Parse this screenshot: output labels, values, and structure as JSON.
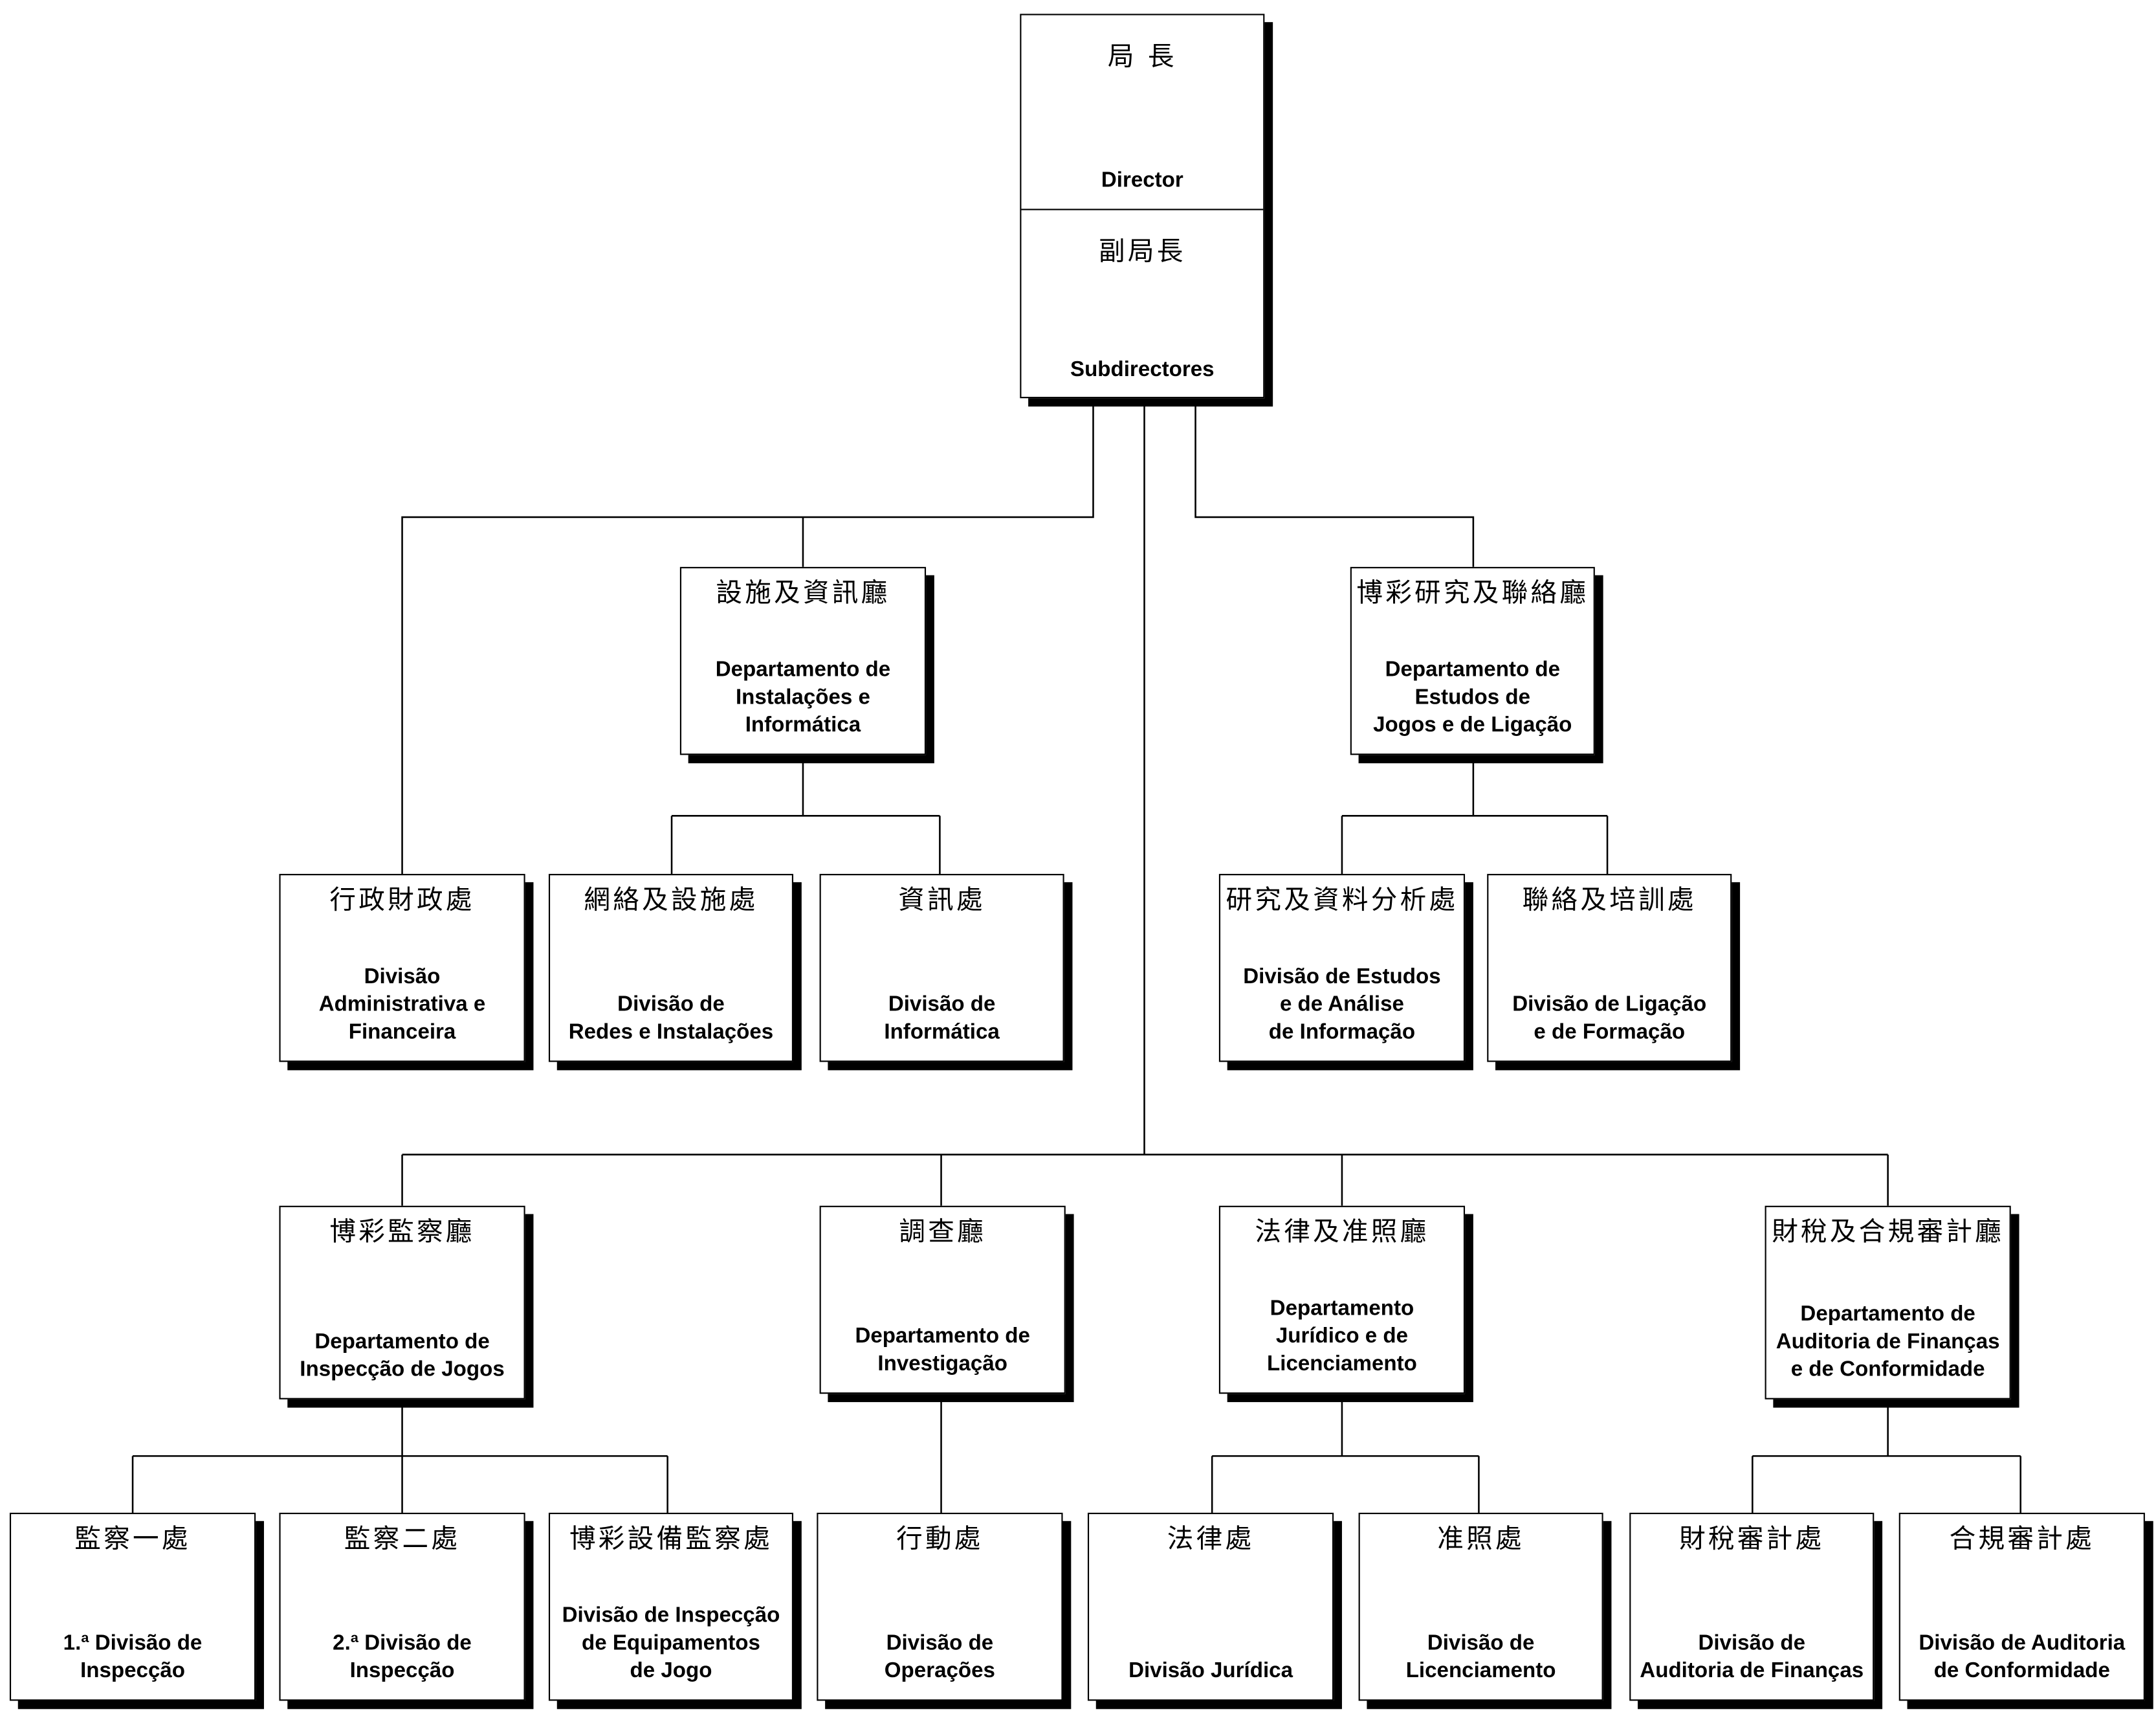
{
  "director": {
    "cn": "局 長",
    "pt": "Director",
    "deputy_cn": "副局長",
    "deputy_pt": "Subdirectores"
  },
  "units": {
    "dept_infra": {
      "cn": "設施及資訊廳",
      "pt": "Departamento de\nInstalações e\nInformática"
    },
    "dept_research": {
      "cn": "博彩研究及聯絡廳",
      "pt": "Departamento de\nEstudos de\nJogos e de Ligação"
    },
    "div_admin": {
      "cn": "行政財政處",
      "pt": "Divisão\nAdministrativa e\nFinanceira"
    },
    "div_networks": {
      "cn": "網絡及設施處",
      "pt": "Divisão de\nRedes e Instalações"
    },
    "div_it": {
      "cn": "資訊處",
      "pt": "Divisão de\nInformática"
    },
    "div_studies": {
      "cn": "研究及資料分析處",
      "pt": "Divisão de Estudos\ne de Análise\nde Informação"
    },
    "div_liaison": {
      "cn": "聯絡及培訓處",
      "pt": "Divisão de Ligação\ne de Formação"
    },
    "dept_inspection": {
      "cn": "博彩監察廳",
      "pt": "Departamento de\nInspecção de Jogos"
    },
    "dept_investigation": {
      "cn": "調查廳",
      "pt": "Departamento de\nInvestigação"
    },
    "dept_legal": {
      "cn": "法律及准照廳",
      "pt": "Departamento\nJurídico e de\nLicenciamento"
    },
    "dept_audit": {
      "cn": "財稅及合規審計廳",
      "pt": "Departamento de\nAuditoria de Finanças\ne de Conformidade"
    },
    "div_insp1": {
      "cn": "監察一處",
      "pt": "1.ª Divisão de\nInspecção"
    },
    "div_insp2": {
      "cn": "監察二處",
      "pt": "2.ª Divisão de\nInspecção"
    },
    "div_equip": {
      "cn": "博彩設備監察處",
      "pt": "Divisão de Inspecção\nde Equipamentos\nde Jogo"
    },
    "div_ops": {
      "cn": "行動處",
      "pt": "Divisão de\nOperações"
    },
    "div_legal": {
      "cn": "法律處",
      "pt": "Divisão Jurídica"
    },
    "div_licensing": {
      "cn": "准照處",
      "pt": "Divisão de\nLicenciamento"
    },
    "div_fin_audit": {
      "cn": "財稅審計處",
      "pt": "Divisão de\nAuditoria de Finanças"
    },
    "div_comp_audit": {
      "cn": "合規審計處",
      "pt": "Divisão de Auditoria\nde Conformidade"
    }
  }
}
